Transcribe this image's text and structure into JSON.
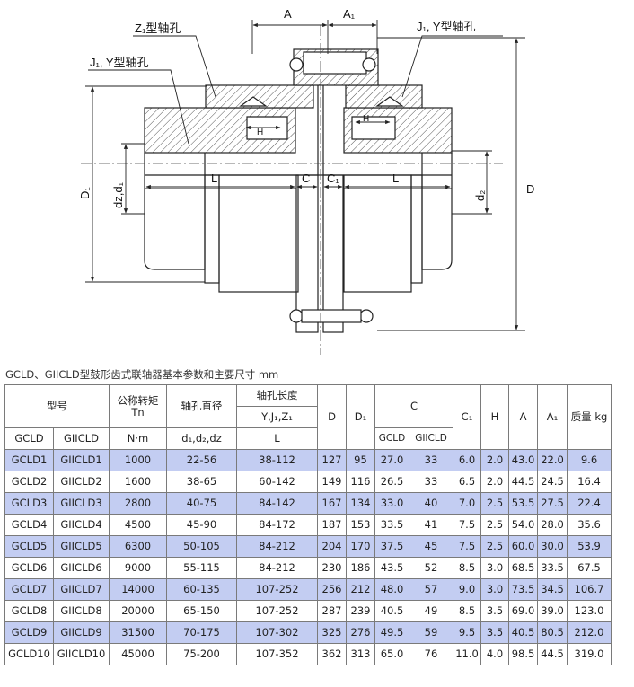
{
  "drawing": {
    "label_A": "A",
    "label_A1": "A₁",
    "label_z1_bore": "Z₁型轴孔",
    "label_j1y_bore_left": "J₁, Y型轴孔",
    "label_j1y_bore_right": "J₁, Y型轴孔",
    "label_H_left": "H",
    "label_H_right": "H",
    "label_L_left": "L",
    "label_L_right": "L",
    "label_C": "C",
    "label_C1": "C₁",
    "label_D1": "D₁",
    "label_dz_d1": "dz,d₁",
    "label_d2": "d₂",
    "label_D": "D"
  },
  "caption": "GCLD、GIICLD型鼓形齿式联轴器基本参数和主要尺寸 mm",
  "table": {
    "header": {
      "model": "型号",
      "torque_line1": "公称转矩",
      "torque_line2": "Tn",
      "torque_unit": "N·m",
      "bore_dia": "轴孔直径",
      "bore_dia_sub": "d₁,d₂,dz",
      "bore_len": "轴孔长度",
      "bore_len_types": "Y,J₁,Z₁",
      "bore_len_sub": "L",
      "D": "D",
      "D1": "D₁",
      "C": "C",
      "C1": "C₁",
      "H": "H",
      "A": "A",
      "A1": "A₁",
      "mass": "质量 kg",
      "gcld": "GCLD",
      "giicld": "GIICLD",
      "c_gcld": "GCLD",
      "c_giicld": "GIICLD"
    },
    "rows": [
      [
        "GCLD1",
        "GIICLD1",
        "1000",
        "22-56",
        "38-112",
        "127",
        "95",
        "27.0",
        "33",
        "6.0",
        "2.0",
        "43.0",
        "22.0",
        "9.6"
      ],
      [
        "GCLD2",
        "GIICLD2",
        "1600",
        "38-65",
        "60-142",
        "149",
        "116",
        "26.5",
        "33",
        "6.5",
        "2.0",
        "44.5",
        "24.5",
        "16.4"
      ],
      [
        "GCLD3",
        "GIICLD3",
        "2800",
        "40-75",
        "84-142",
        "167",
        "134",
        "33.0",
        "40",
        "7.0",
        "2.5",
        "53.5",
        "27.5",
        "22.4"
      ],
      [
        "GCLD4",
        "GIICLD4",
        "4500",
        "45-90",
        "84-172",
        "187",
        "153",
        "33.5",
        "41",
        "7.5",
        "2.5",
        "54.0",
        "28.0",
        "35.6"
      ],
      [
        "GCLD5",
        "GIICLD5",
        "6300",
        "50-105",
        "84-212",
        "204",
        "170",
        "37.5",
        "45",
        "7.5",
        "2.5",
        "60.0",
        "30.0",
        "53.9"
      ],
      [
        "GCLD6",
        "GIICLD6",
        "9000",
        "55-115",
        "84-212",
        "230",
        "186",
        "43.5",
        "52",
        "8.5",
        "3.0",
        "68.5",
        "33.5",
        "67.5"
      ],
      [
        "GCLD7",
        "GIICLD7",
        "14000",
        "60-135",
        "107-252",
        "256",
        "212",
        "48.0",
        "57",
        "9.0",
        "3.0",
        "73.5",
        "34.5",
        "106.7"
      ],
      [
        "GCLD8",
        "GIICLD8",
        "20000",
        "65-150",
        "107-252",
        "287",
        "239",
        "40.5",
        "49",
        "8.5",
        "3.5",
        "69.0",
        "39.0",
        "123.0"
      ],
      [
        "GCLD9",
        "GIICLD9",
        "31500",
        "70-175",
        "107-302",
        "325",
        "276",
        "49.5",
        "59",
        "9.5",
        "3.5",
        "40.5",
        "80.5",
        "212.0"
      ],
      [
        "GCLD10",
        "GIICLD10",
        "45000",
        "75-200",
        "107-352",
        "362",
        "313",
        "65.0",
        "76",
        "11.0",
        "4.0",
        "98.5",
        "44.5",
        "319.0"
      ]
    ]
  }
}
